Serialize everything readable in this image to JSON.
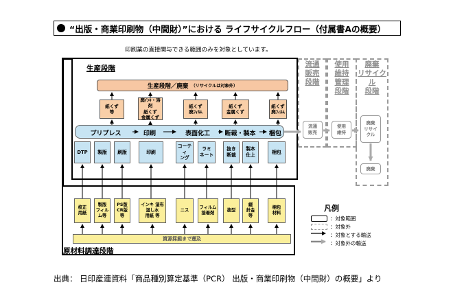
{
  "title": "“出版・商業印刷物（中間財）”における ライフサイクルフロー（付属書Aの概要）",
  "note": "印刷業の直接関与できる範囲のみを対象としています。",
  "production": {
    "label": "生産段階",
    "disposal_bar": "生産段階／廃棄",
    "disposal_bar_note": "（リサイクルは対象外）",
    "waste": [
      "紙くず\n等",
      "廃ｲﾝｷ・溶剤\n紙くず\n金属くず",
      "紙くず\n廃ﾌｨﾙﾑ",
      "紙くず\n金属くず",
      "紙くず\n廃ﾌｨﾙﾑ"
    ],
    "stages": [
      "プリプレス",
      "印刷",
      "表面化工",
      "断裁・製本",
      "梱包"
    ],
    "processes": [
      "DTP",
      "製版",
      "刷版",
      "印刷",
      "コーティ\nング",
      "ラミ\nネート",
      "抜き\n断裁",
      "製本\n仕上",
      "梱包"
    ]
  },
  "raw": {
    "label": "原材料調達段階",
    "materials": [
      "校正\n用紙",
      "製版\nフィル\nム等",
      "PS版\nCR版\n等",
      "インキ 湿布\n湿し水\n用紙 等",
      "ニス",
      "フィルム\n接着剤",
      "抜型",
      "綴\n針金\n等",
      "梱包\n材料"
    ],
    "transport_bar": "資源採掘まで遡及"
  },
  "outside": {
    "distribution": {
      "label": "流通\n販売\n段階",
      "box": "流通\n販売"
    },
    "use": {
      "label": "使用\n維持\n管理\n段階",
      "box": "使用\n維持"
    },
    "disposal": {
      "label": "廃棄\nリサイクル\n段階",
      "recycle_box": "廃棄\nリサイ\nクル",
      "dispose_box": "廃棄"
    }
  },
  "legend": {
    "title": "凡例",
    "items": [
      "：対象範囲",
      "：対象外",
      "：対象とする輸送",
      "：対象外の輸送"
    ]
  },
  "source": "出典：  日印産連資料「商品種別算定基準（PCR） 出版・商業印刷物（中間財）の概要」より",
  "colors": {
    "peach": "#f9cfa8",
    "pink": "#f7c7a3",
    "blue": "#c7e4f3",
    "yellow": "#fbef9b",
    "gray": "#999999"
  }
}
